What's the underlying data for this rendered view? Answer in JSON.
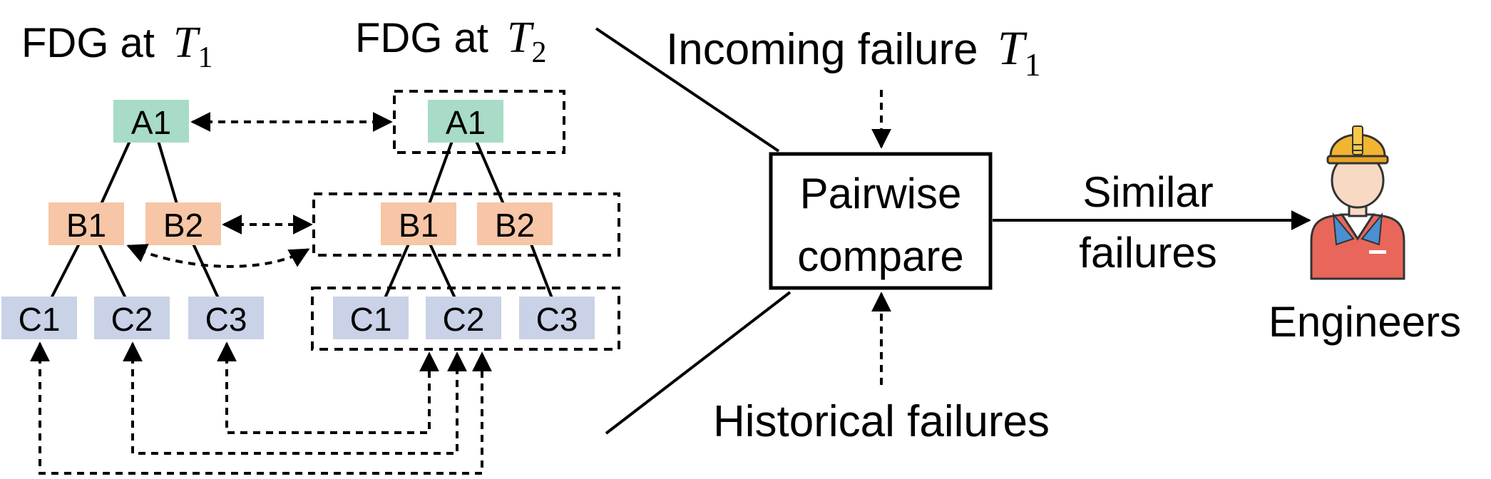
{
  "titles": {
    "fdg_t1_prefix": "FDG at",
    "fdg_t2_prefix": "FDG at",
    "time_symbol": "T",
    "t1_sub": "1",
    "t2_sub": "2"
  },
  "nodes": {
    "a1": "A1",
    "b1": "B1",
    "b2": "B2",
    "c1": "C1",
    "c2": "C2",
    "c3": "C3"
  },
  "right": {
    "incoming_prefix": "Incoming failure",
    "incoming_symbol": "T",
    "incoming_sub": "1",
    "box_line1": "Pairwise",
    "box_line2": "compare",
    "similar_line1": "Similar",
    "similar_line2": "failures",
    "historical": "Historical failures",
    "engineers": "Engineers"
  },
  "colors": {
    "level_a": "#a8dcc6",
    "level_b": "#f6c6a6",
    "level_c": "#c9d2e6",
    "helmet": "#f2b531",
    "shirt": "#e8675a",
    "skin": "#f7d9c4"
  },
  "icons": [
    "engineer-icon"
  ]
}
